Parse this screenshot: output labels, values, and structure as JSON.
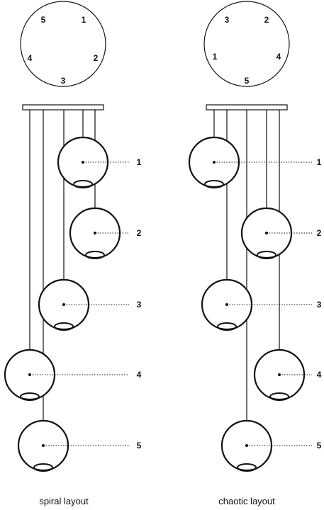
{
  "diagrams": [
    {
      "id": "spiral",
      "caption": "spiral layout",
      "top_view_labels": [
        "5",
        "1",
        "4",
        "2",
        "3"
      ],
      "pendants": [
        {
          "label": "1"
        },
        {
          "label": "2"
        },
        {
          "label": "3"
        },
        {
          "label": "4"
        },
        {
          "label": "5"
        }
      ]
    },
    {
      "id": "chaotic",
      "caption": "chaotic layout",
      "top_view_labels": [
        "3",
        "2",
        "1",
        "4",
        "5"
      ],
      "pendants": [
        {
          "label": "1"
        },
        {
          "label": "2"
        },
        {
          "label": "3"
        },
        {
          "label": "4"
        },
        {
          "label": "5"
        }
      ]
    }
  ],
  "colors": {
    "stroke": "#111111",
    "background": "#ffffff"
  }
}
